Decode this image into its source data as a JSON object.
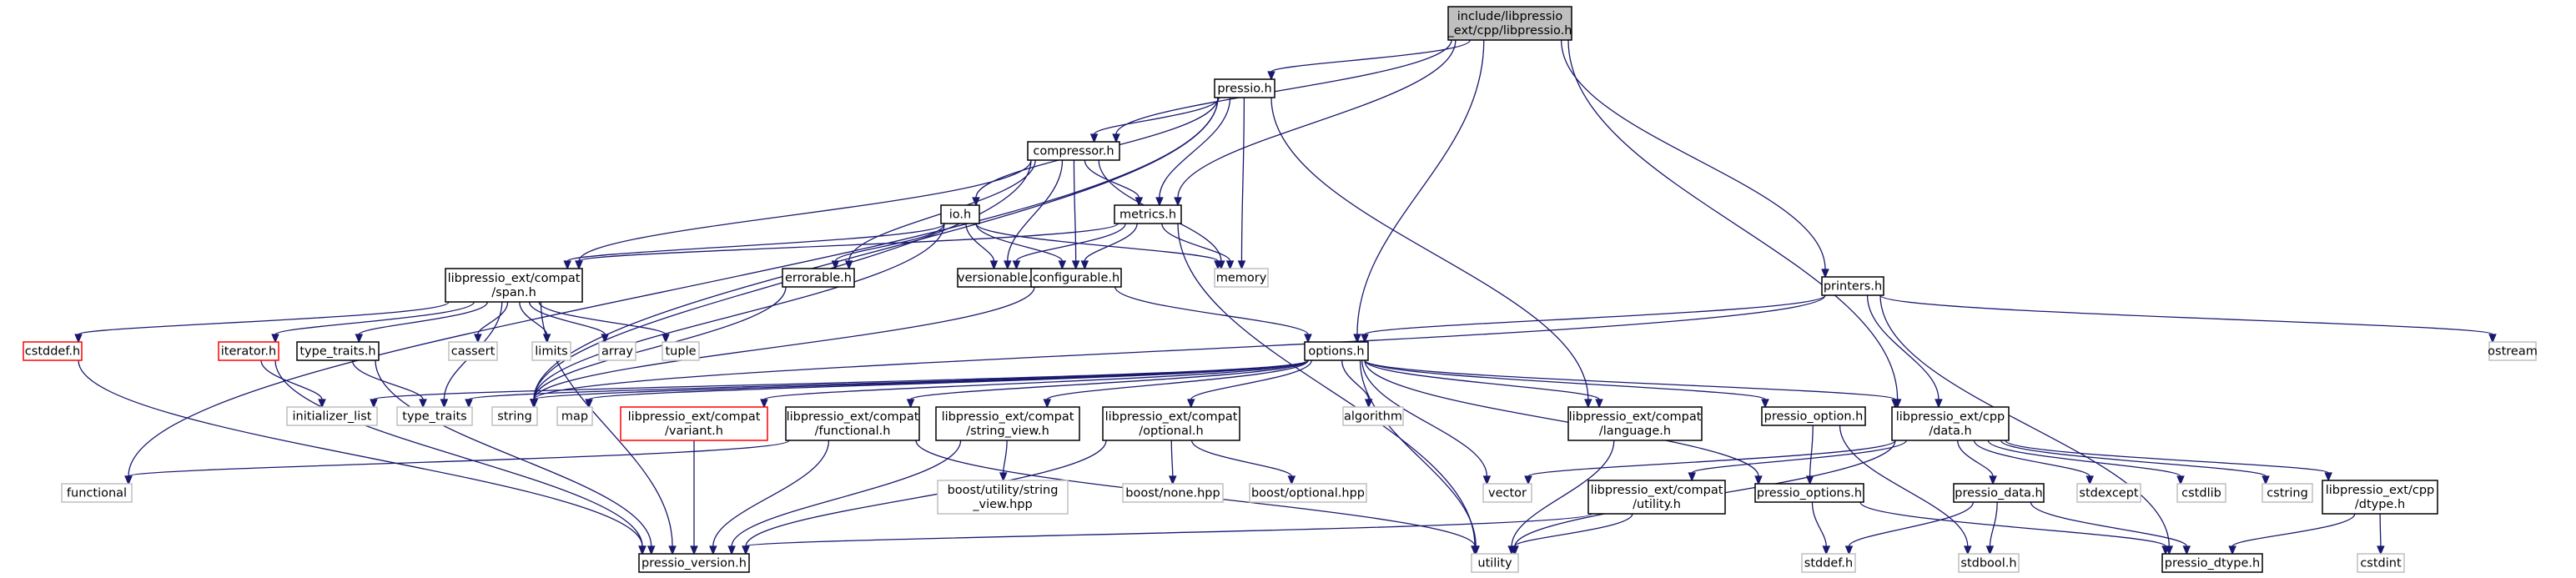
{
  "colors": {
    "edge": "#191970",
    "normal_fill": "#ffffff",
    "normal_border": "#000000",
    "root_fill": "#bfbfbf",
    "system_border": "#bfbfbf",
    "red_border": "#ff0000",
    "text": "#000000"
  },
  "nodes": [
    {
      "id": "libpressio_h",
      "lines": [
        "include/libpressio",
        "_ext/cpp/libpressio.h"
      ],
      "kind": "root"
    },
    {
      "id": "pressio_h",
      "lines": [
        "pressio.h"
      ],
      "kind": "normal"
    },
    {
      "id": "compressor_h",
      "lines": [
        "compressor.h"
      ],
      "kind": "normal"
    },
    {
      "id": "io_h",
      "lines": [
        "io.h"
      ],
      "kind": "normal"
    },
    {
      "id": "metrics_h",
      "lines": [
        "metrics.h"
      ],
      "kind": "normal"
    },
    {
      "id": "memory",
      "lines": [
        "memory"
      ],
      "kind": "system"
    },
    {
      "id": "span_h",
      "lines": [
        "libpressio_ext/compat",
        "/span.h"
      ],
      "kind": "normal"
    },
    {
      "id": "errorable_h",
      "lines": [
        "errorable.h"
      ],
      "kind": "normal"
    },
    {
      "id": "versionable_h",
      "lines": [
        "versionable.h"
      ],
      "kind": "normal"
    },
    {
      "id": "configurable_h",
      "lines": [
        "configurable.h"
      ],
      "kind": "normal"
    },
    {
      "id": "printers_h",
      "lines": [
        "printers.h"
      ],
      "kind": "normal"
    },
    {
      "id": "ostream",
      "lines": [
        "ostream"
      ],
      "kind": "system"
    },
    {
      "id": "cstddef_h",
      "lines": [
        "cstddef.h"
      ],
      "kind": "red"
    },
    {
      "id": "iterator_h",
      "lines": [
        "iterator.h"
      ],
      "kind": "red"
    },
    {
      "id": "type_traits_h",
      "lines": [
        "type_traits.h"
      ],
      "kind": "normal"
    },
    {
      "id": "cassert",
      "lines": [
        "cassert"
      ],
      "kind": "system"
    },
    {
      "id": "limits",
      "lines": [
        "limits"
      ],
      "kind": "system"
    },
    {
      "id": "array",
      "lines": [
        "array"
      ],
      "kind": "system"
    },
    {
      "id": "tuple",
      "lines": [
        "tuple"
      ],
      "kind": "system"
    },
    {
      "id": "options_h",
      "lines": [
        "options.h"
      ],
      "kind": "normal"
    },
    {
      "id": "initializer_list",
      "lines": [
        "initializer_list"
      ],
      "kind": "system"
    },
    {
      "id": "type_traits",
      "lines": [
        "type_traits"
      ],
      "kind": "system"
    },
    {
      "id": "string",
      "lines": [
        "string"
      ],
      "kind": "system"
    },
    {
      "id": "map",
      "lines": [
        "map"
      ],
      "kind": "system"
    },
    {
      "id": "variant_h",
      "lines": [
        "libpressio_ext/compat",
        "/variant.h"
      ],
      "kind": "red"
    },
    {
      "id": "functional_h",
      "lines": [
        "libpressio_ext/compat",
        "/functional.h"
      ],
      "kind": "normal"
    },
    {
      "id": "string_view_h",
      "lines": [
        "libpressio_ext/compat",
        "/string_view.h"
      ],
      "kind": "normal"
    },
    {
      "id": "optional_h",
      "lines": [
        "libpressio_ext/compat",
        "/optional.h"
      ],
      "kind": "normal"
    },
    {
      "id": "algorithm",
      "lines": [
        "algorithm"
      ],
      "kind": "system"
    },
    {
      "id": "language_h",
      "lines": [
        "libpressio_ext/compat",
        "/language.h"
      ],
      "kind": "normal"
    },
    {
      "id": "pressio_option_h",
      "lines": [
        "pressio_option.h"
      ],
      "kind": "normal"
    },
    {
      "id": "data_h",
      "lines": [
        "libpressio_ext/cpp",
        "/data.h"
      ],
      "kind": "normal"
    },
    {
      "id": "functional",
      "lines": [
        "functional"
      ],
      "kind": "system"
    },
    {
      "id": "string_view_hpp",
      "lines": [
        "boost/utility/string",
        "_view.hpp"
      ],
      "kind": "system"
    },
    {
      "id": "none_hpp",
      "lines": [
        "boost/none.hpp"
      ],
      "kind": "system"
    },
    {
      "id": "optional_hpp",
      "lines": [
        "boost/optional.hpp"
      ],
      "kind": "system"
    },
    {
      "id": "vector",
      "lines": [
        "vector"
      ],
      "kind": "system"
    },
    {
      "id": "compat_utility_h",
      "lines": [
        "libpressio_ext/compat",
        "/utility.h"
      ],
      "kind": "normal"
    },
    {
      "id": "pressio_options_h",
      "lines": [
        "pressio_options.h"
      ],
      "kind": "normal"
    },
    {
      "id": "pressio_data_h",
      "lines": [
        "pressio_data.h"
      ],
      "kind": "normal"
    },
    {
      "id": "stdexcept",
      "lines": [
        "stdexcept"
      ],
      "kind": "system"
    },
    {
      "id": "cstdlib",
      "lines": [
        "cstdlib"
      ],
      "kind": "system"
    },
    {
      "id": "cstring",
      "lines": [
        "cstring"
      ],
      "kind": "system"
    },
    {
      "id": "dtype_h",
      "lines": [
        "libpressio_ext/cpp",
        "/dtype.h"
      ],
      "kind": "normal"
    },
    {
      "id": "pressio_version_h",
      "lines": [
        "pressio_version.h"
      ],
      "kind": "normal"
    },
    {
      "id": "utility",
      "lines": [
        "utility"
      ],
      "kind": "system"
    },
    {
      "id": "stddef_h",
      "lines": [
        "stddef.h"
      ],
      "kind": "system"
    },
    {
      "id": "stdbool_h",
      "lines": [
        "stdbool.h"
      ],
      "kind": "system"
    },
    {
      "id": "pressio_dtype_h",
      "lines": [
        "pressio_dtype.h"
      ],
      "kind": "normal"
    },
    {
      "id": "cstdint",
      "lines": [
        "cstdint"
      ],
      "kind": "system"
    }
  ],
  "edges": [
    [
      "libpressio_h",
      "pressio_h"
    ],
    [
      "libpressio_h",
      "compressor_h"
    ],
    [
      "libpressio_h",
      "metrics_h"
    ],
    [
      "libpressio_h",
      "options_h"
    ],
    [
      "libpressio_h",
      "printers_h"
    ],
    [
      "libpressio_h",
      "data_h"
    ],
    [
      "pressio_h",
      "compressor_h"
    ],
    [
      "pressio_h",
      "io_h"
    ],
    [
      "pressio_h",
      "metrics_h"
    ],
    [
      "pressio_h",
      "memory"
    ],
    [
      "pressio_h",
      "functional"
    ],
    [
      "pressio_h",
      "string"
    ],
    [
      "pressio_h",
      "language_h"
    ],
    [
      "compressor_h",
      "metrics_h"
    ],
    [
      "compressor_h",
      "memory"
    ],
    [
      "compressor_h",
      "span_h"
    ],
    [
      "compressor_h",
      "errorable_h"
    ],
    [
      "compressor_h",
      "versionable_h"
    ],
    [
      "compressor_h",
      "configurable_h"
    ],
    [
      "compressor_h",
      "string"
    ],
    [
      "io_h",
      "memory"
    ],
    [
      "io_h",
      "span_h"
    ],
    [
      "io_h",
      "errorable_h"
    ],
    [
      "io_h",
      "versionable_h"
    ],
    [
      "io_h",
      "configurable_h"
    ],
    [
      "io_h",
      "string"
    ],
    [
      "metrics_h",
      "memory"
    ],
    [
      "metrics_h",
      "span_h"
    ],
    [
      "metrics_h",
      "versionable_h"
    ],
    [
      "metrics_h",
      "configurable_h"
    ],
    [
      "metrics_h",
      "utility"
    ],
    [
      "span_h",
      "cstddef_h"
    ],
    [
      "span_h",
      "iterator_h"
    ],
    [
      "span_h",
      "type_traits_h"
    ],
    [
      "span_h",
      "cassert"
    ],
    [
      "span_h",
      "limits"
    ],
    [
      "span_h",
      "array"
    ],
    [
      "span_h",
      "tuple"
    ],
    [
      "span_h",
      "type_traits"
    ],
    [
      "span_h",
      "pressio_version_h"
    ],
    [
      "cstddef_h",
      "pressio_version_h"
    ],
    [
      "iterator_h",
      "initializer_list"
    ],
    [
      "iterator_h",
      "pressio_version_h"
    ],
    [
      "type_traits_h",
      "type_traits"
    ],
    [
      "type_traits_h",
      "pressio_version_h"
    ],
    [
      "errorable_h",
      "string"
    ],
    [
      "configurable_h",
      "options_h"
    ],
    [
      "configurable_h",
      "string"
    ],
    [
      "printers_h",
      "options_h"
    ],
    [
      "printers_h",
      "data_h"
    ],
    [
      "printers_h",
      "ostream"
    ],
    [
      "printers_h",
      "string"
    ],
    [
      "printers_h",
      "pressio_dtype_h"
    ],
    [
      "options_h",
      "initializer_list"
    ],
    [
      "options_h",
      "type_traits"
    ],
    [
      "options_h",
      "string"
    ],
    [
      "options_h",
      "map"
    ],
    [
      "options_h",
      "variant_h"
    ],
    [
      "options_h",
      "functional_h"
    ],
    [
      "options_h",
      "string_view_h"
    ],
    [
      "options_h",
      "optional_h"
    ],
    [
      "options_h",
      "algorithm"
    ],
    [
      "options_h",
      "language_h"
    ],
    [
      "options_h",
      "pressio_option_h"
    ],
    [
      "options_h",
      "data_h"
    ],
    [
      "options_h",
      "vector"
    ],
    [
      "options_h",
      "utility"
    ],
    [
      "options_h",
      "pressio_options_h"
    ],
    [
      "variant_h",
      "pressio_version_h"
    ],
    [
      "functional_h",
      "functional"
    ],
    [
      "functional_h",
      "pressio_version_h"
    ],
    [
      "functional_h",
      "utility"
    ],
    [
      "string_view_h",
      "string_view_hpp"
    ],
    [
      "string_view_h",
      "pressio_version_h"
    ],
    [
      "optional_h",
      "none_hpp"
    ],
    [
      "optional_h",
      "optional_hpp"
    ],
    [
      "optional_h",
      "pressio_version_h"
    ],
    [
      "language_h",
      "utility"
    ],
    [
      "pressio_option_h",
      "pressio_options_h"
    ],
    [
      "pressio_option_h",
      "stdbool_h"
    ],
    [
      "data_h",
      "vector"
    ],
    [
      "data_h",
      "compat_utility_h"
    ],
    [
      "data_h",
      "pressio_data_h"
    ],
    [
      "data_h",
      "stdexcept"
    ],
    [
      "data_h",
      "cstdlib"
    ],
    [
      "data_h",
      "cstring"
    ],
    [
      "data_h",
      "dtype_h"
    ],
    [
      "data_h",
      "utility"
    ],
    [
      "compat_utility_h",
      "pressio_version_h"
    ],
    [
      "compat_utility_h",
      "utility"
    ],
    [
      "pressio_options_h",
      "stddef_h"
    ],
    [
      "pressio_options_h",
      "pressio_dtype_h"
    ],
    [
      "pressio_data_h",
      "stddef_h"
    ],
    [
      "pressio_data_h",
      "stdbool_h"
    ],
    [
      "pressio_data_h",
      "pressio_dtype_h"
    ],
    [
      "dtype_h",
      "pressio_dtype_h"
    ],
    [
      "dtype_h",
      "cstdint"
    ]
  ]
}
